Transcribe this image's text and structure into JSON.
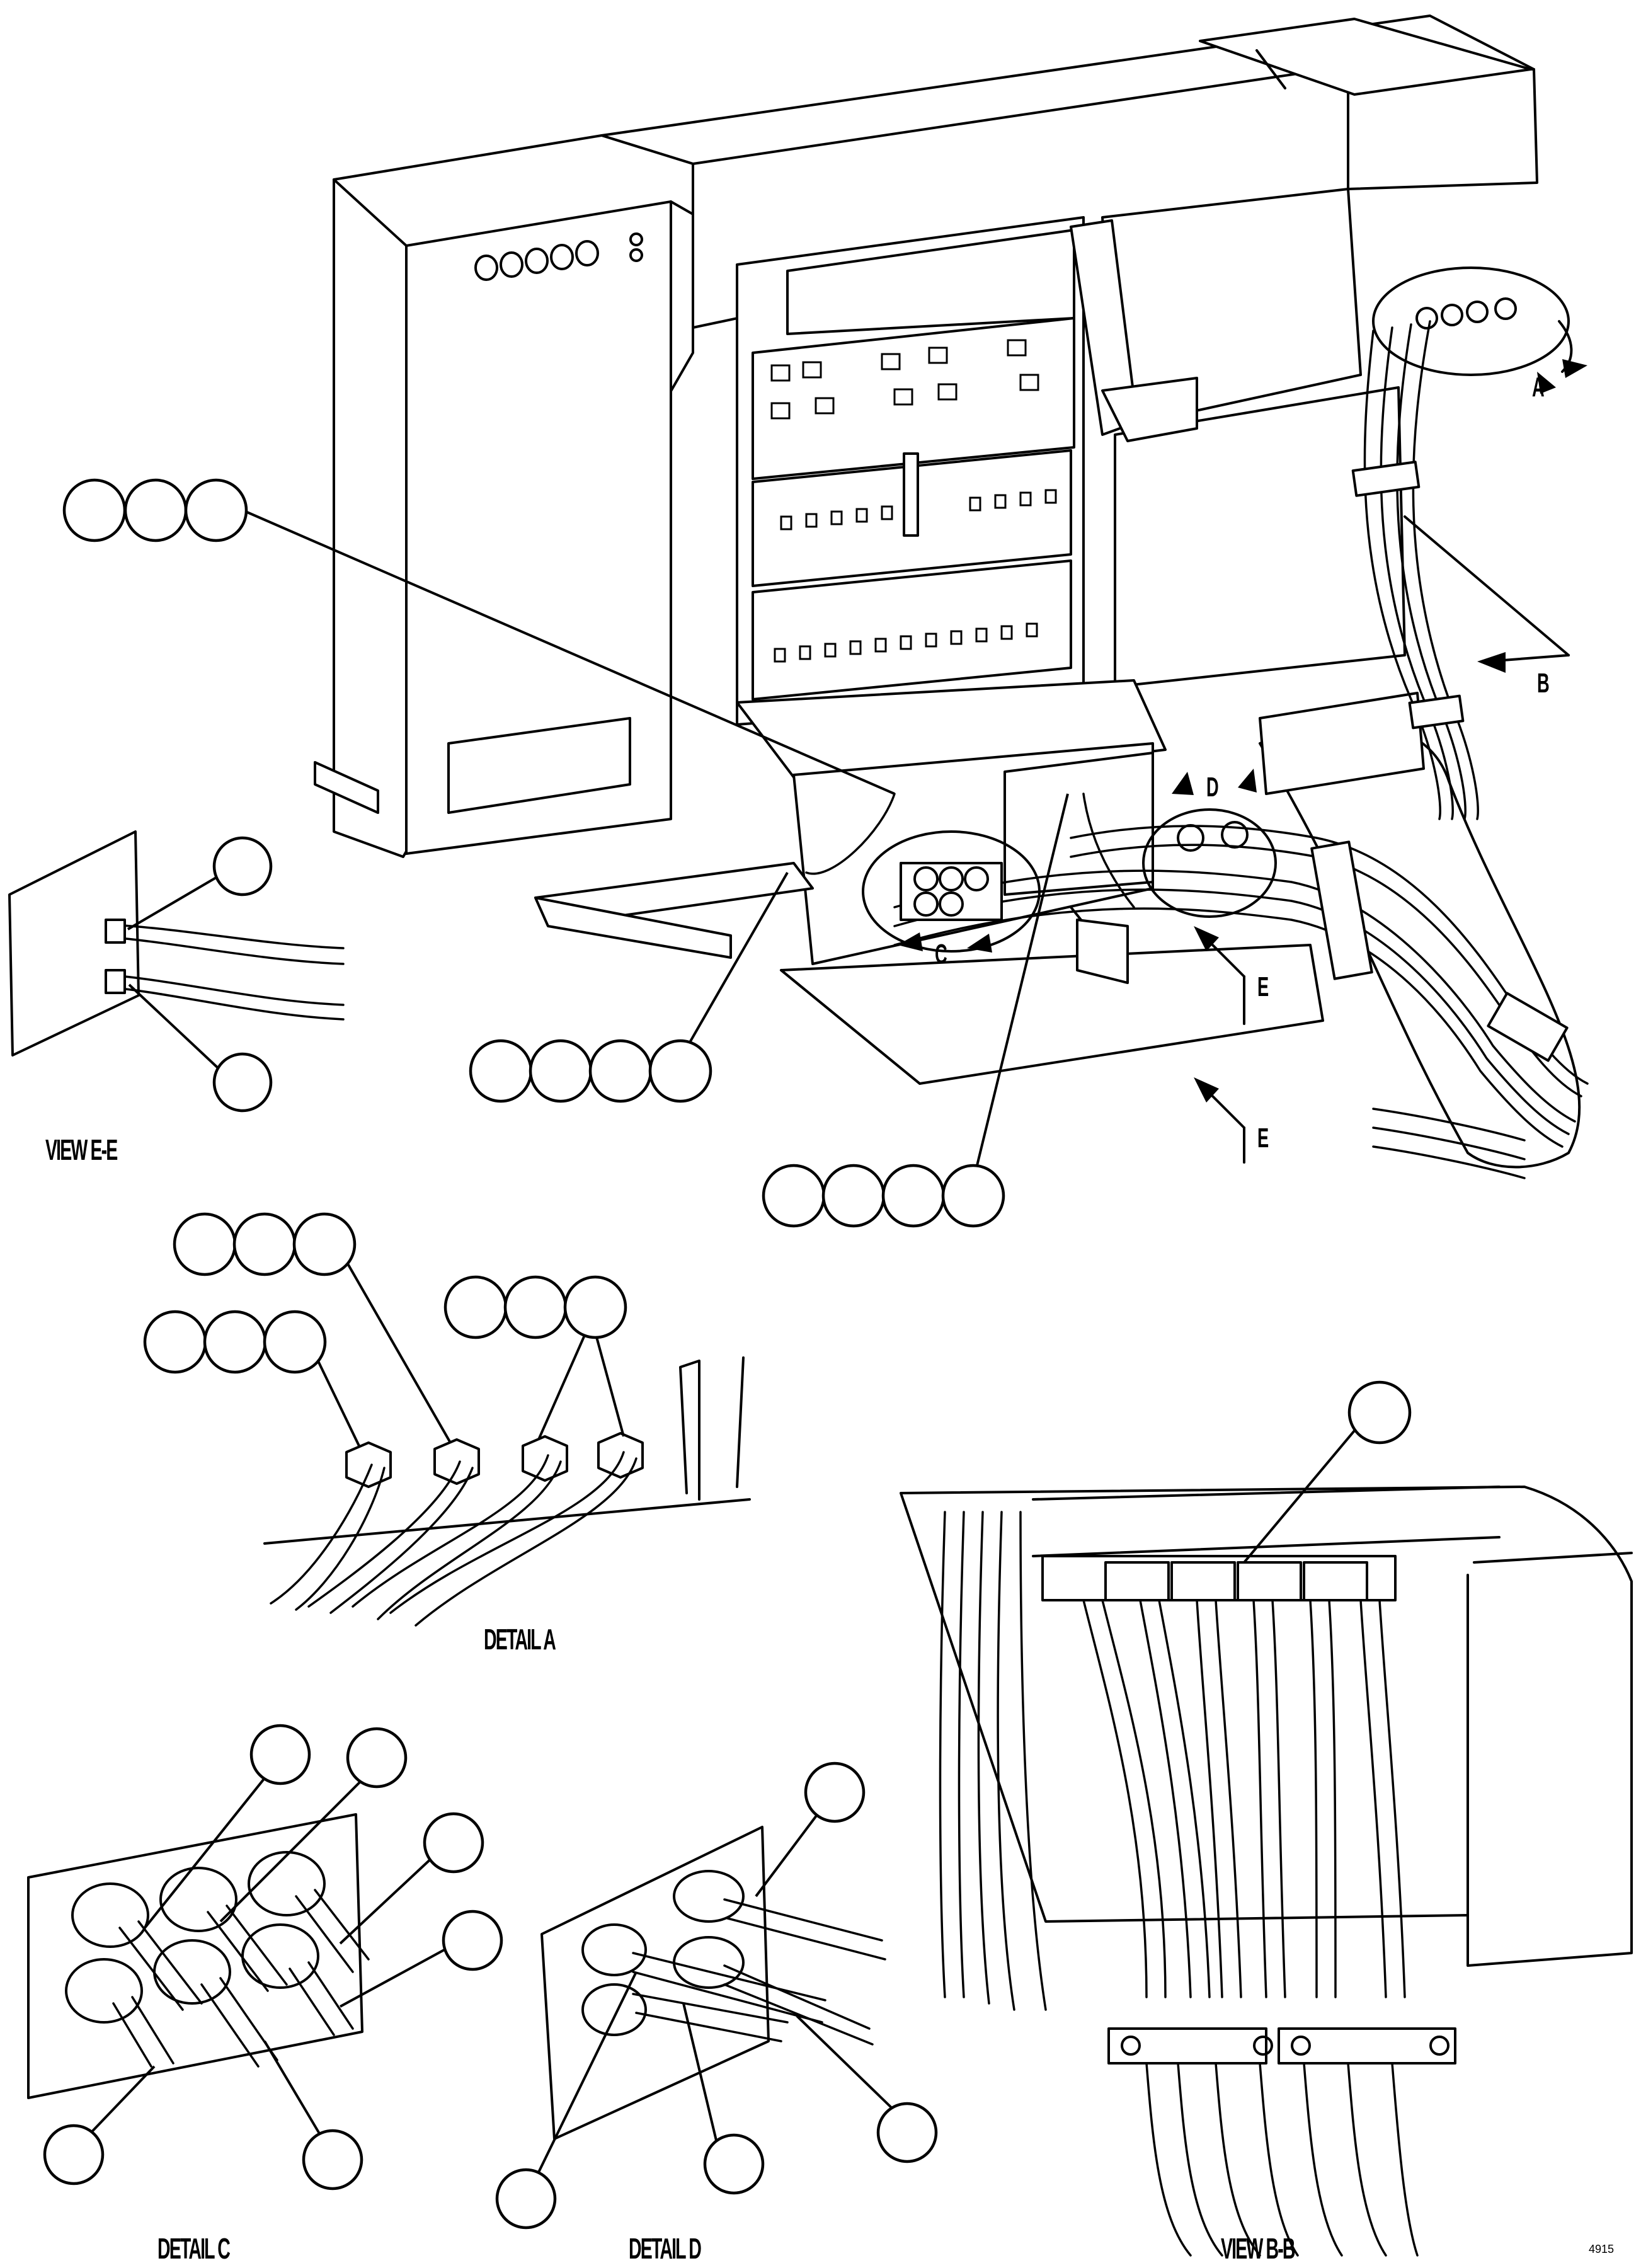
{
  "view_labels": {
    "view_e_e": "VIEW E-E",
    "detail_a": "DETAIL A",
    "detail_c": "DETAIL C",
    "detail_d": "DETAIL D",
    "view_b_b": "VIEW B-B"
  },
  "reference_letters": {
    "a": "A",
    "b": "B",
    "c": "C",
    "d": "D",
    "e_upper": "E",
    "e_lower": "E"
  },
  "figure_code": "4915"
}
